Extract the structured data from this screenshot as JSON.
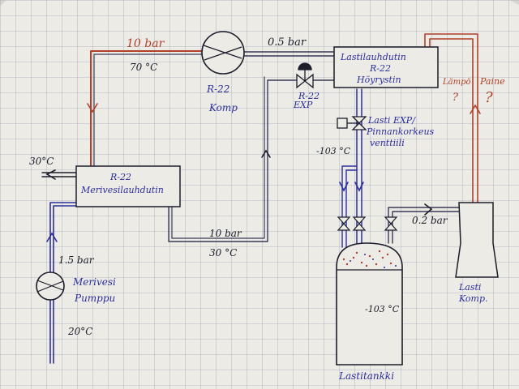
{
  "labels": {
    "hp_pressure": "10 bar",
    "hp_temp": "70 °C",
    "suction_pressure": "0.5 bar",
    "compressor": [
      "R-22",
      "Komp"
    ],
    "expansion_valve": [
      "R-22",
      "EXP"
    ],
    "cargo_condenser": [
      "Lastilauhdutin",
      "R-22",
      "Höyrystin"
    ],
    "sw_condenser": [
      "R-22",
      "Merivesilauhdutin"
    ],
    "sw_out_temp": "30°C",
    "sw_in_pressure": "1.5 bar",
    "sw_pump": [
      "Merivesi",
      "Pumppu"
    ],
    "sw_in_temp": "20°C",
    "liquid_pressure": "10 bar",
    "liquid_temp": "30 °C",
    "cargo_exp_valve": [
      "Lasti EXP/",
      "Pinnankorkeus",
      "venttiili"
    ],
    "return_temp": "-103 °C",
    "tank_temp": "-103 °C",
    "cargo_tank": "Lastitankki",
    "cargo_suction_pressure": "0.2 bar",
    "cargo_compressor": [
      "Lasti",
      "Komp."
    ],
    "temp_gauge": [
      "Lämpö",
      "?"
    ],
    "pressure_gauge": [
      "Paine",
      "?"
    ]
  },
  "colors": {
    "paper": "#ecebe6",
    "grid": "#9aa3b5",
    "ink_blue": "#2b2f9c",
    "ink_red": "#b0402a",
    "ink_black": "#1c1c2a"
  }
}
